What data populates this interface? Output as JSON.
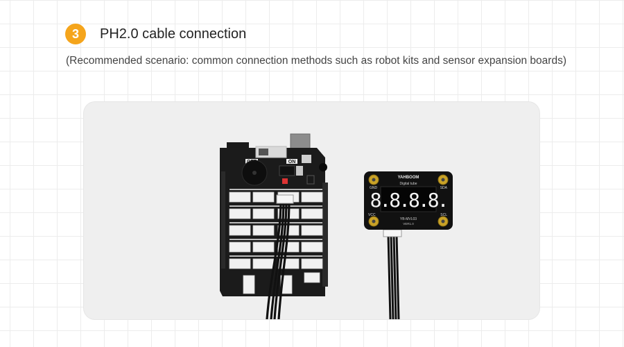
{
  "header": {
    "step_number": "3",
    "title": "PH2.0 cable connection"
  },
  "subtitle": "(Recommended scenario: common connection methods such as robot kits and sensor expansion boards)",
  "photo": {
    "board": {
      "switch_off_label": "OFF",
      "switch_on_label": "ON"
    },
    "module": {
      "brand_label": "YAHBOOM",
      "subtitle_label": "Digital tube",
      "display_digits": "8.8.8.8.",
      "pin_gnd": "GND",
      "pin_sda": "SDA",
      "pin_vcc": "VCC",
      "pin_scl": "SCL",
      "model_label": "YB-MVL03",
      "version_label": "VER1.0"
    }
  },
  "colors": {
    "accent": "#f5a51c",
    "board": "#1b1b1b",
    "connector": "#f1f1f1",
    "digit": "#f4f4f4",
    "gold_pad": "#c9a227"
  }
}
